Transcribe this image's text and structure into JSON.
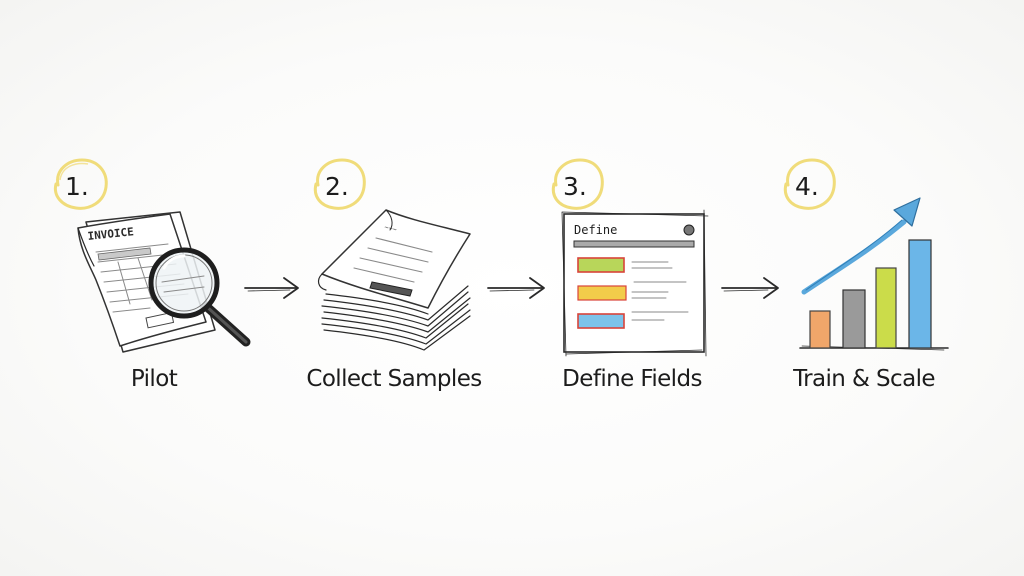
{
  "steps": [
    {
      "number": "1.",
      "label": "Pilot",
      "icon": "invoice-magnifier-icon",
      "document_title": "INVOICE"
    },
    {
      "number": "2.",
      "label": "Collect Samples",
      "icon": "document-stack-icon"
    },
    {
      "number": "3.",
      "label": "Define Fields",
      "icon": "form-fields-icon",
      "form_title": "Define"
    },
    {
      "number": "4.",
      "label": "Train & Scale",
      "icon": "growth-chart-icon"
    }
  ],
  "colors": {
    "number_ring": "#f0dc7a",
    "field_green": "#b8d65a",
    "field_yellow": "#f2cc4a",
    "field_blue": "#7cc3ea",
    "field_border": "#d9443a",
    "bar_orange": "#f0a66a",
    "bar_gray": "#9a9a9a",
    "bar_lime": "#cbdc4a",
    "bar_blue": "#6bb6e8",
    "trend_arrow": "#5aa8dc"
  }
}
